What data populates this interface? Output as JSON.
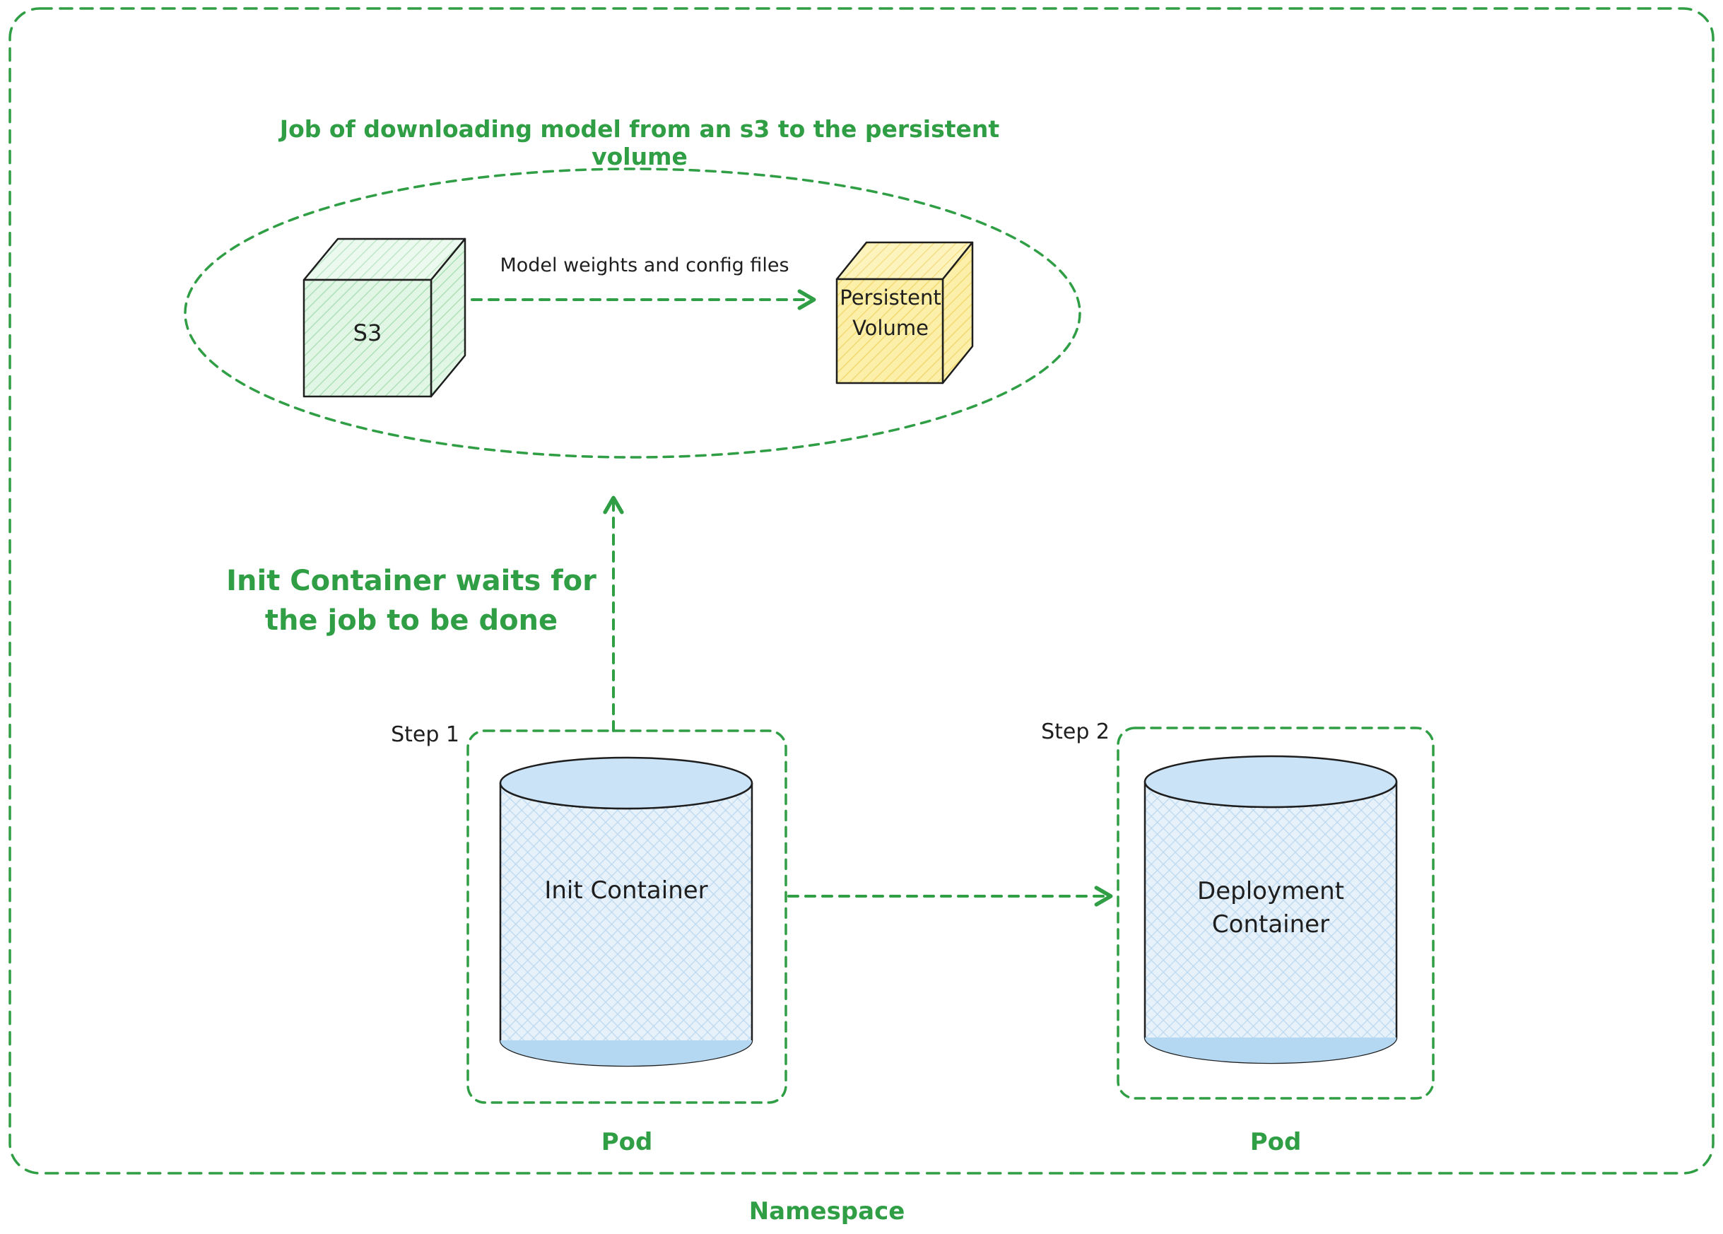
{
  "colors": {
    "green": "#2f9e44",
    "ink": "#1e1e1e",
    "s3_fill": "#d3f9d8",
    "pv_fill": "#ffec99",
    "cylinder_fill": "#dbeaf7"
  },
  "namespace": {
    "label": "Namespace"
  },
  "job": {
    "title": "Job of downloading model from an s3 to the persistent volume",
    "s3_label": "S3",
    "arrow_label": "Model weights and config files",
    "pv_label": "Persistent\nVolume"
  },
  "wait_note": "Init Container waits for\nthe job to be done",
  "pods": [
    {
      "step": "Step 1",
      "container": "Init Container",
      "pod": "Pod"
    },
    {
      "step": "Step 2",
      "container": "Deployment\nContainer",
      "pod": "Pod"
    }
  ]
}
